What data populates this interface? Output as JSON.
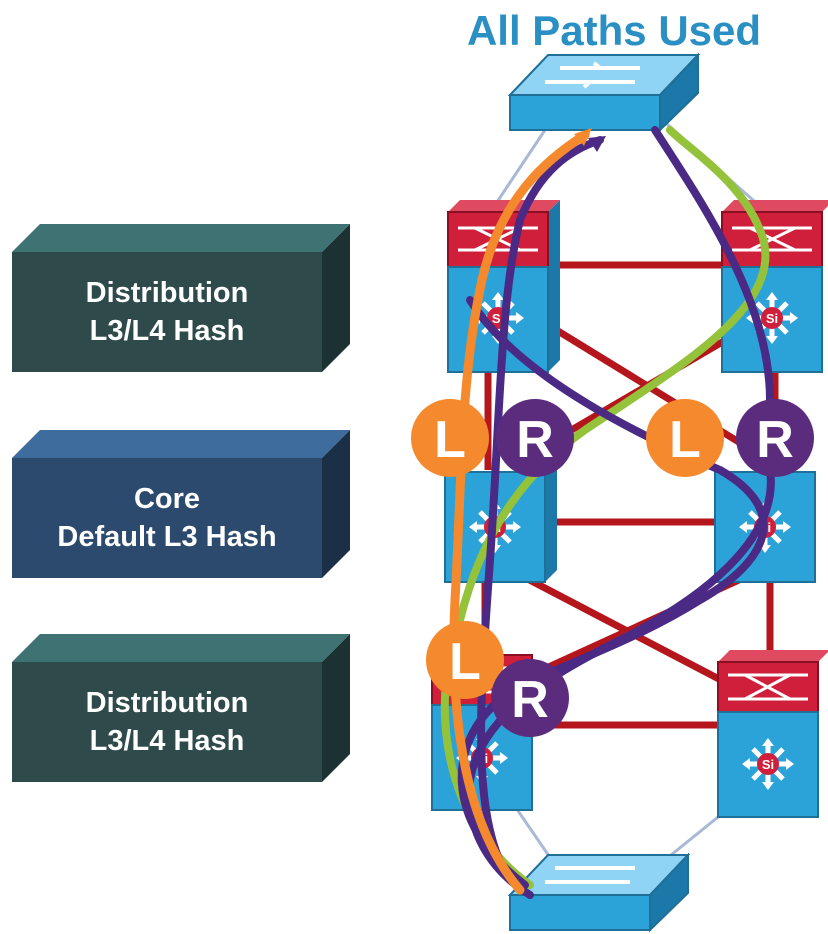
{
  "title": "All Paths Used",
  "layers": [
    {
      "line1": "Distribution",
      "line2": "L3/L4 Hash",
      "color": "#2e4a4a"
    },
    {
      "line1": "Core",
      "line2": "Default L3 Hash",
      "color": "#2c4a6e"
    },
    {
      "line1": "Distribution",
      "line2": "L3/L4 Hash",
      "color": "#2e4a4a"
    }
  ],
  "device_label": "Si",
  "badges": {
    "left": "L",
    "right": "R",
    "left_color": "#f5892d",
    "right_color": "#5b2c7d"
  },
  "colors": {
    "switch_blue": "#2ba3d9",
    "firewall_red": "#cf1f3a",
    "link_red": "#b5161c",
    "link_light": "#a9b9d6",
    "path_orange": "#f5892d",
    "path_purple": "#4b2a86",
    "path_green": "#94c23a"
  }
}
